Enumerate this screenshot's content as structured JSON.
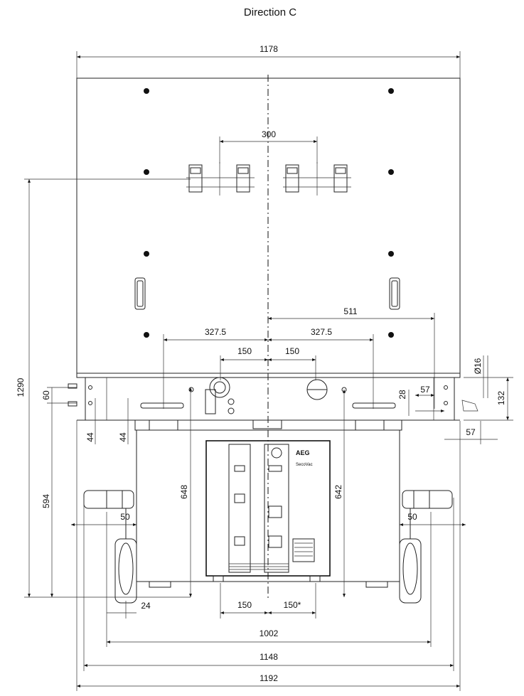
{
  "title": "Direction C",
  "dimensions": {
    "d1178": "1178",
    "d300": "300",
    "d511": "511",
    "d327_left": "327.5",
    "d327_right": "327.5",
    "d150_left": "150",
    "d150_right": "150",
    "d16": "Ø16",
    "d132": "132",
    "d57_top": "57",
    "d57_bottom": "57",
    "d28": "28",
    "d1290": "1290",
    "d60": "60",
    "d594": "594",
    "d44_left": "44",
    "d44_right": "44",
    "d648": "648",
    "d642": "642",
    "d50_left": "50",
    "d50_right": "50",
    "d24": "24",
    "d150_bottom": "150",
    "d150_star": "150*",
    "d1002": "1002",
    "d1148": "1148",
    "d1192": "1192"
  },
  "panel": {
    "brand": "AEG",
    "model": "SecoVac"
  },
  "colors": {
    "line": "#222222",
    "background": "#ffffff"
  }
}
